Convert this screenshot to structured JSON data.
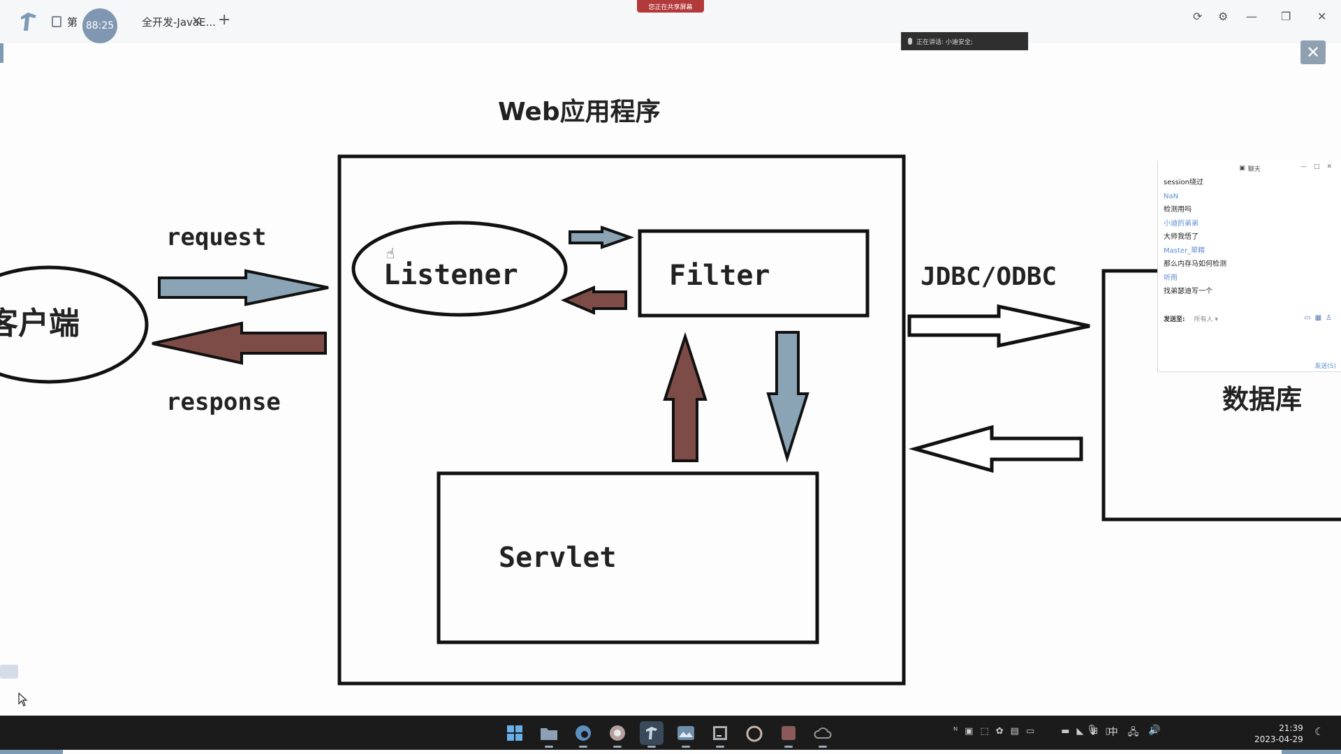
{
  "titlebar": {
    "tab_prefix": "第",
    "tab_title": "全开发-JavaE...",
    "timer": "88:25",
    "tab_close": "✕",
    "tab_add": "+",
    "sharing_badge": "您正在共享屏幕",
    "speaking": "正在讲话: 小迪安全;",
    "close_share": "✕"
  },
  "diagram": {
    "title": "Web应用程序",
    "request": "request",
    "response": "response",
    "client": "客户端",
    "listener": "Listener",
    "filter": "Filter",
    "servlet": "Servlet",
    "jdbc": "JDBC/ODBC",
    "database": "数据库",
    "colors": {
      "blue_arrow": "#8aa4b6",
      "red_arrow": "#7e4c47",
      "outline": "#111111"
    }
  },
  "chat": {
    "title": "聊天",
    "messages": [
      {
        "text": "session绕过",
        "type": "msg"
      },
      {
        "text": "NaN",
        "type": "name"
      },
      {
        "text": "检测用吗",
        "type": "msg"
      },
      {
        "text": "小迪的弟弟",
        "type": "name"
      },
      {
        "text": "大师我悟了",
        "type": "msg"
      },
      {
        "text": "Master_翠精",
        "type": "name"
      },
      {
        "text": "那么内存马如何检测",
        "type": "msg"
      },
      {
        "text": "听雨",
        "type": "name"
      },
      {
        "text": "找弟瑟迪写一个",
        "type": "msg"
      }
    ],
    "send_to_label": "发送至:",
    "send_to_value": "所有人 ▾",
    "send_button": "发送(S)"
  },
  "taskbar": {
    "time": "21:39",
    "date": "2023-04-29",
    "ime": "中",
    "apps": [
      "start",
      "explorer",
      "edge",
      "chrome",
      "tencent-meeting",
      "photos",
      "intellij",
      "browser",
      "app",
      "cloud"
    ]
  }
}
